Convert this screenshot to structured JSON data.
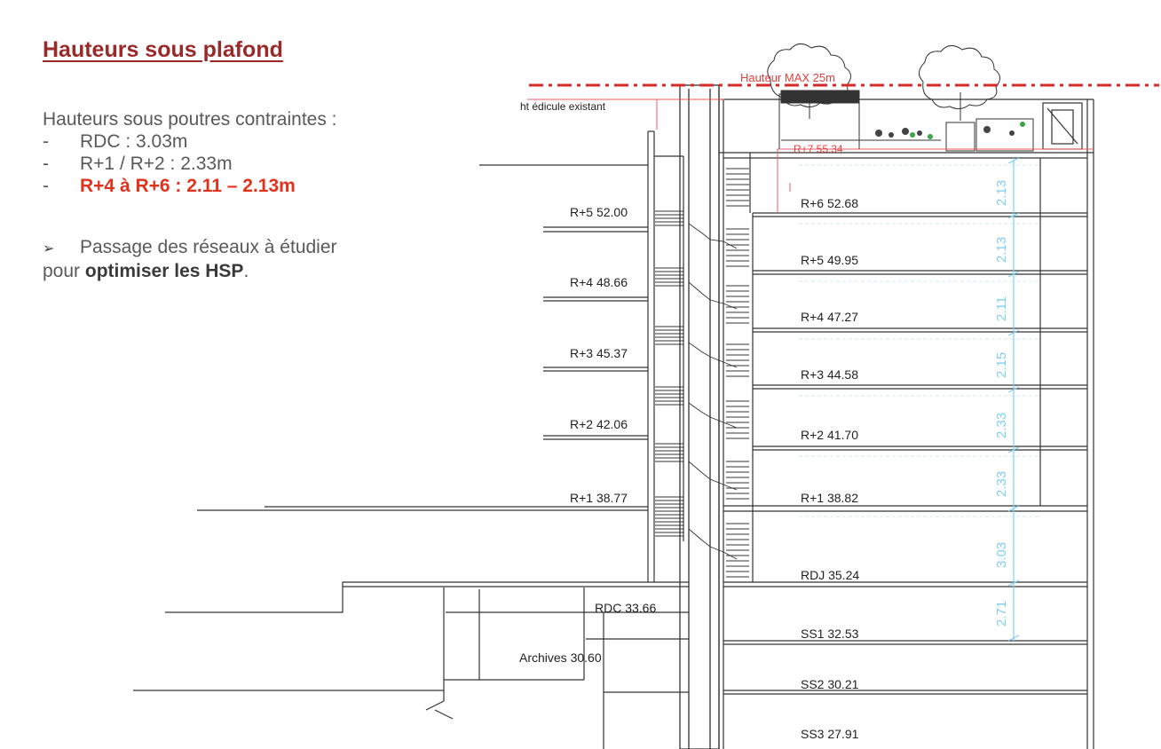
{
  "title": "Hauteurs sous plafond",
  "bullets": {
    "intro": "Hauteurs sous poutres contraintes :",
    "items": [
      {
        "dash": "-",
        "text": "RDC : 3.03m"
      },
      {
        "dash": "-",
        "text": "R+1 / R+2 : 2.33m"
      },
      {
        "dash": "-",
        "text": "R+4 à R+6 : 2.11 – 2.13m"
      }
    ],
    "arrow": "➢",
    "note_line1": "Passage des réseaux à étudier",
    "note_prefix": "pour ",
    "note_bold": "optimiser les HSP",
    "note_suffix": "."
  },
  "section": {
    "max_height_label": "Hauteur MAX 25m",
    "edicule_label": "ht édicule existant",
    "roof_label": "R+7 55.34",
    "left_levels": [
      "R+5 52.00",
      "R+4 48.66",
      "R+3 45.37",
      "R+2 42.06",
      "R+1 38.77",
      "RDC 33.66",
      "Archives 30.60"
    ],
    "right_levels": [
      "R+6 52.68",
      "R+5 49.95",
      "R+4 47.27",
      "R+3 44.58",
      "R+2 41.70",
      "R+1 38.82",
      "RDJ 35.24",
      "SS1 32.53",
      "SS2 30.21",
      "SS3 27.91"
    ],
    "dimensions": [
      "2.13",
      "2.13",
      "2.11",
      "2.15",
      "2.33",
      "2.33",
      "3.03",
      "2.71"
    ],
    "colors": {
      "max_line": "#d42a2a",
      "dimension": "#7fd0f0",
      "lines": "#333333"
    }
  }
}
